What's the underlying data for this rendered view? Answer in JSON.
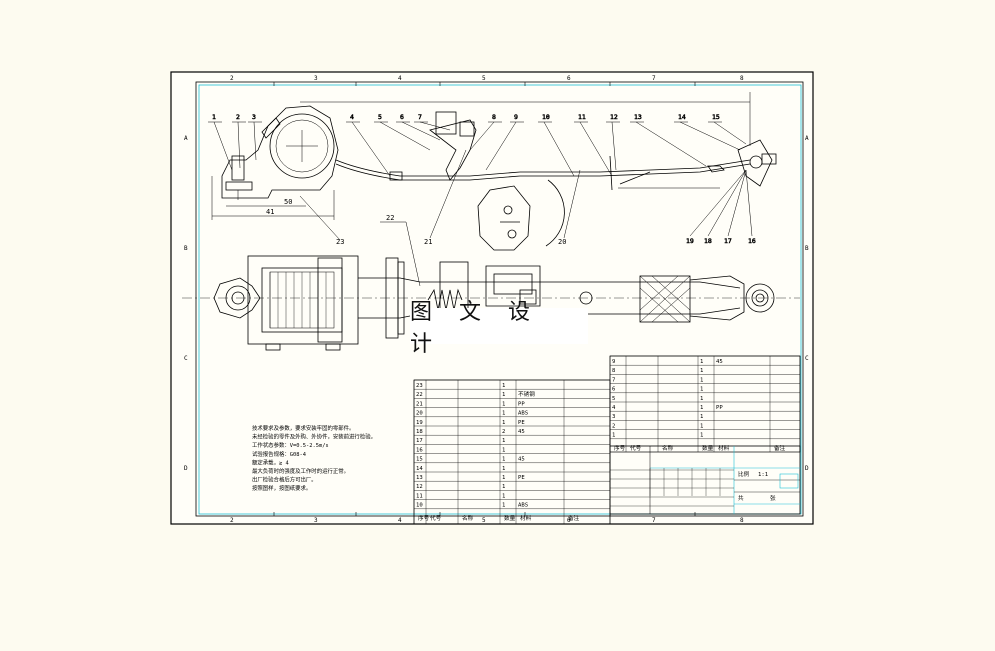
{
  "drawing": {
    "watermark": "图 文 设 计",
    "top_callouts": [
      "1",
      "2",
      "3",
      "4",
      "5",
      "6",
      "7",
      "8",
      "9",
      "10",
      "11",
      "12",
      "13",
      "14",
      "15"
    ],
    "bottom_callouts": [
      "19",
      "18",
      "17",
      "16"
    ],
    "view_labels": [
      "20",
      "21",
      "22",
      "23"
    ],
    "dims": {
      "d1": "41",
      "d2": "50"
    },
    "zone_numbers_top": [
      "2",
      "3",
      "4",
      "5",
      "6",
      "7",
      "8"
    ],
    "zone_numbers_bottom": [
      "2",
      "3",
      "4",
      "5",
      "6",
      "7",
      "8"
    ],
    "zone_letters": [
      "A",
      "B",
      "C",
      "D"
    ]
  },
  "notes": [
    "技术要求及参数，要求安装牢固的零部件。",
    "未经检验的零件及外购、外协件，安装前进行检验。",
    "工作状态参数：V=0.5-2.5m/s",
    "试验报告规格：G08-4",
    "额定承载，≥ 4",
    "最大负荷时的强度及工作时的运行正常。",
    "出厂检验合格后方可出厂。",
    "按照图样，按图纸要求。"
  ],
  "left_table": {
    "rows": [
      [
        "23",
        "",
        "",
        "1",
        "",
        ""
      ],
      [
        "22",
        "",
        "",
        "1",
        "不锈钢",
        ""
      ],
      [
        "21",
        "",
        "",
        "1",
        "PP",
        ""
      ],
      [
        "20",
        "",
        "",
        "1",
        "ABS",
        ""
      ],
      [
        "19",
        "",
        "",
        "1",
        "PE",
        ""
      ],
      [
        "18",
        "",
        "",
        "2",
        "45",
        ""
      ],
      [
        "17",
        "",
        "",
        "1",
        "",
        ""
      ],
      [
        "16",
        "",
        "",
        "1",
        "",
        ""
      ],
      [
        "15",
        "",
        "",
        "1",
        "45",
        ""
      ],
      [
        "14",
        "",
        "",
        "1",
        "",
        ""
      ],
      [
        "13",
        "",
        "",
        "1",
        "PE",
        ""
      ],
      [
        "12",
        "",
        "",
        "1",
        "",
        ""
      ],
      [
        "11",
        "",
        "",
        "1",
        "",
        ""
      ],
      [
        "10",
        "",
        "",
        "1",
        "ABS",
        ""
      ]
    ],
    "header": [
      "序号",
      "代号",
      "名称",
      "数量",
      "材料",
      "备注"
    ]
  },
  "right_table": {
    "rows": [
      [
        "9",
        "",
        "1",
        "45",
        ""
      ],
      [
        "8",
        "",
        "1",
        "",
        ""
      ],
      [
        "7",
        "",
        "1",
        "",
        ""
      ],
      [
        "6",
        "",
        "1",
        "",
        ""
      ],
      [
        "5",
        "",
        "1",
        "",
        ""
      ],
      [
        "4",
        "",
        "1",
        "PP",
        ""
      ],
      [
        "3",
        "",
        "1",
        "",
        ""
      ],
      [
        "2",
        "",
        "1",
        "",
        ""
      ],
      [
        "1",
        "",
        "1",
        "",
        ""
      ]
    ],
    "header": [
      "序号",
      "代号",
      "名称",
      "数量",
      "材料",
      "备注"
    ]
  },
  "title_block": {
    "scale_label": "比例",
    "scale_value": "1:1",
    "sheet_label": "共",
    "sheet_of": "张"
  }
}
